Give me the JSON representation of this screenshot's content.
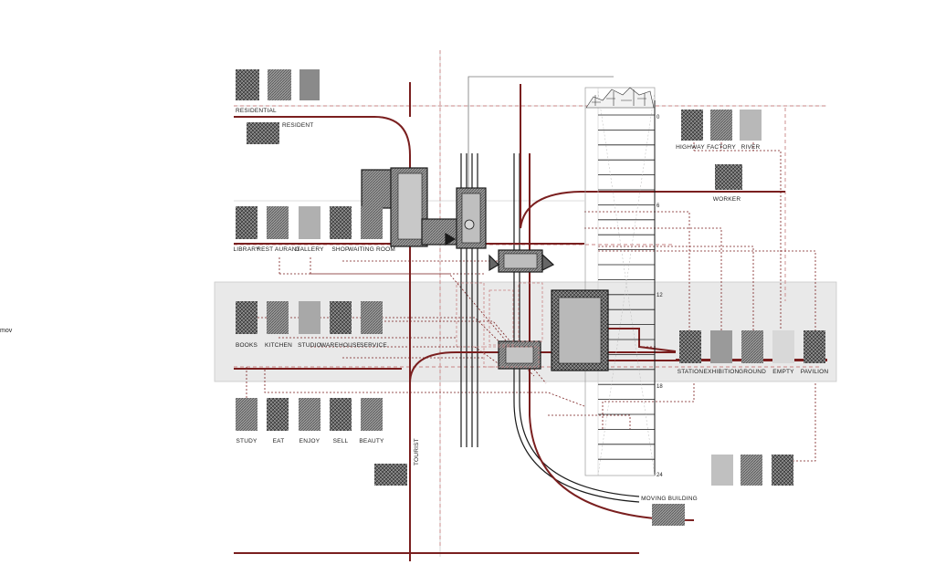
{
  "side_label": "mov",
  "colors": {
    "red": "#7a1f1f",
    "red_dashed": "#c98484",
    "band": "#e9e9e9",
    "band_stroke": "#c9c9c9",
    "ink": "#1a1a1a"
  },
  "top_groups": {
    "residential": "RESIDENTIAL",
    "resident": "RESIDENT",
    "worker": "WORKER",
    "moving_building": "MOVING BUILDING",
    "tourist": "TOURIST"
  },
  "rows": {
    "row1": [
      "LIBRARY",
      "REST AURANT",
      "GALLERY",
      "SHOP",
      "WAITING ROOM"
    ],
    "row2": [
      "BOOKS",
      "KITCHEN",
      "STUDIO",
      "WAREHOUSE",
      "SERVICE"
    ],
    "row3": [
      "STUDY",
      "EAT",
      "ENJOY",
      "SELL",
      "BEAUTY"
    ],
    "right_top": [
      "HIGHWAY",
      "FACTORY",
      "RIVER"
    ],
    "right_mid": [
      "STATION",
      "EXHIBITION",
      "GROUND",
      "EMPTY",
      "PAVILION"
    ]
  },
  "ticks": [
    "0",
    "6",
    "12",
    "18",
    "24"
  ]
}
